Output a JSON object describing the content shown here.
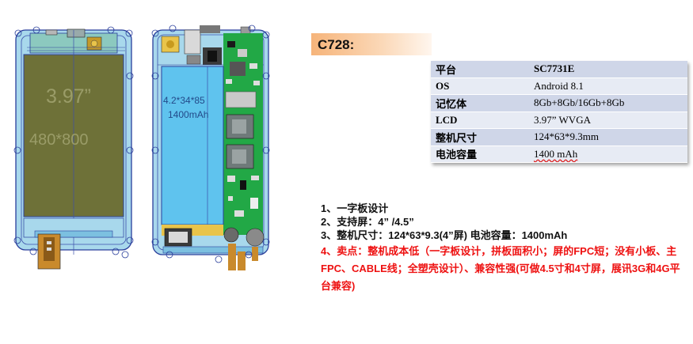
{
  "drawing": {
    "battery_size": "4.2*34*85",
    "battery_capacity": "1400mAh",
    "screen_size": "3.97”",
    "screen_resolution": "480*800"
  },
  "title": "C728:",
  "specs": [
    {
      "label": "平台",
      "value": "SC7731E"
    },
    {
      "label": "OS",
      "value": "Android 8.1"
    },
    {
      "label": "记忆体",
      "value": "8Gb+8Gb/16Gb+8Gb"
    },
    {
      "label": "LCD",
      "value": "3.97” WVGA"
    },
    {
      "label": "整机尺寸",
      "value": "124*63*9.3mm"
    },
    {
      "label": "电池容量",
      "value": "1400 mAh"
    }
  ],
  "features": [
    "1、一字板设计",
    "2、支持屏：4” /4.5”",
    "3、整机尺寸：124*63*9.3(4”屏)   电池容量：1400mAh",
    "4、卖点：整机成本低（一字板设计，拼板面积小；屏的FPC短；没有小板、主FPC、CABLE线；全塑壳设计）、兼容性强(可做4.5寸和4寸屏，展讯3G和4G平台兼容)"
  ],
  "colors": {
    "title_bar": "#f6b47a",
    "table_odd": "#cfd6e8",
    "table_even": "#e7ebf4",
    "highlight_text": "#ee1111",
    "battery_fill": "#5fc3ee",
    "pcb_green": "#22a846",
    "lcd_fill": "#6e7138"
  }
}
